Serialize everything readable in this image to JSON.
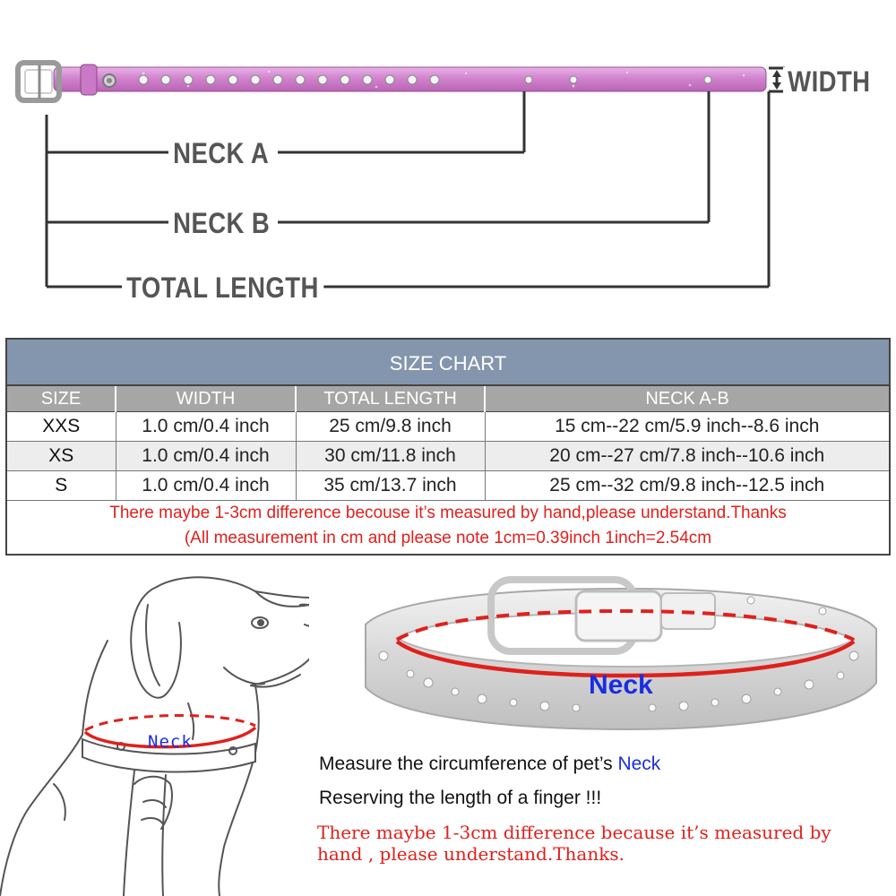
{
  "diagram": {
    "width_label": "WIDTH",
    "neck_a_label": "NECK A",
    "neck_b_label": "NECK B",
    "total_length_label": "TOTAL LENGTH"
  },
  "size_chart": {
    "title": "SIZE CHART",
    "headers": [
      "SIZE",
      "WIDTH",
      "TOTAL LENGTH",
      "NECK A-B"
    ],
    "rows": [
      [
        "XXS",
        "1.0 cm/0.4 inch",
        "25 cm/9.8 inch",
        "15 cm--22 cm/5.9 inch--8.6 inch"
      ],
      [
        "XS",
        "1.0 cm/0.4 inch",
        "30 cm/11.8 inch",
        "20 cm--27 cm/7.8 inch--10.6 inch"
      ],
      [
        "S",
        "1.0 cm/0.4 inch",
        "35 cm/13.7 inch",
        "25 cm--32 cm/9.8 inch--12.5 inch"
      ]
    ],
    "note_1": "There maybe 1-3cm difference becouse it’s measured by hand,please understand.Thanks",
    "note_2": "(All measurement in cm and please note 1cm=0.39inch 1inch=2.54cm"
  },
  "illustration": {
    "dog_neck_label": "Neck",
    "collar_neck_label": "Neck"
  },
  "instructions": {
    "line_1_prefix": "Measure the circumference of pet’s ",
    "line_1_highlight": "Neck",
    "line_2": "Reserving the length of a finger !!!",
    "warning": "There maybe 1-3cm difference because it’s measured by hand , please understand.Thanks."
  },
  "colors": {
    "header_blue": "#8496ad",
    "header_gray": "#a6a6a6",
    "warning_red": "#e0201c",
    "highlight_blue": "#1a2ee0",
    "collar_pink": "#d98fd6"
  }
}
